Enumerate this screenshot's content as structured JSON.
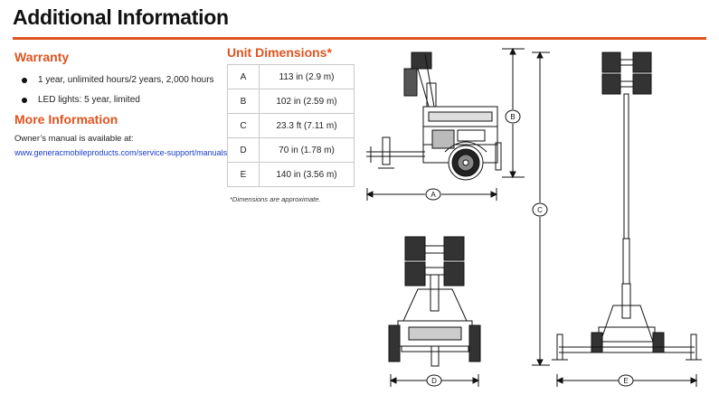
{
  "title": "Additional Information",
  "warranty": {
    "heading": "Warranty",
    "items": [
      "1 year, unlimited hours/2 years, 2,000 hours",
      "LED lights: 5 year, limited"
    ]
  },
  "more_info": {
    "heading": "More Information",
    "text": "Owner’s manual is available at:",
    "link": "www.generacmobileproducts.com/service-support/manuals"
  },
  "unit_dimensions": {
    "heading": "Unit Dimensions*",
    "rows": [
      {
        "key": "A",
        "value": "113 in (2.9 m)"
      },
      {
        "key": "B",
        "value": "102 in (2.59 m)"
      },
      {
        "key": "C",
        "value": "23.3 ft  (7.11 m)"
      },
      {
        "key": "D",
        "value": "70 in (1.78 m)"
      },
      {
        "key": "E",
        "value": "140 in (3.56 m)"
      }
    ],
    "note": "*Dimensions are approximate."
  },
  "diagram_labels": {
    "a": "A",
    "b": "B",
    "c": "C",
    "d": "D",
    "e": "E"
  },
  "colors": {
    "accent": "#e0531f",
    "link": "#1a3cc8"
  }
}
